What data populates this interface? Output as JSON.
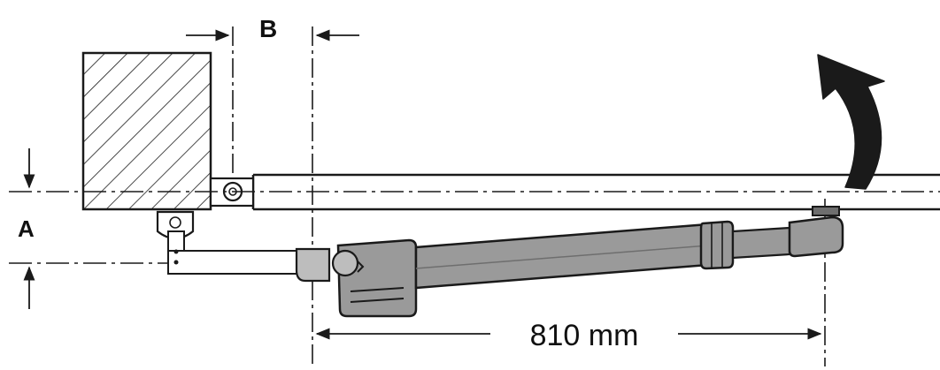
{
  "labels": {
    "a": "A",
    "b": "B",
    "distance": "810 mm"
  },
  "colors": {
    "ink": "#1a1a1a",
    "actuator_fill": "#9a9a9a",
    "actuator_dark": "#6e6e6e",
    "actuator_light": "#bdbdbd",
    "background": "#ffffff"
  },
  "icons": {
    "rotation_arrow": "curved-arrow-up-icon"
  }
}
